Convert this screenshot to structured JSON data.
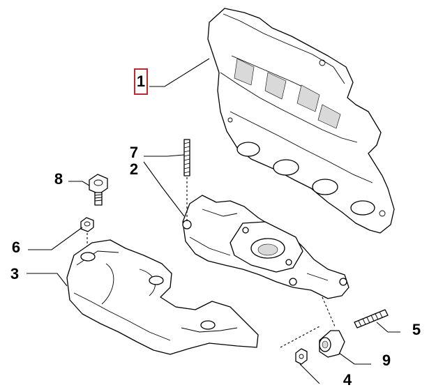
{
  "labels": {
    "l1": "1",
    "l2": "2",
    "l3": "3",
    "l4": "4",
    "l5": "5",
    "l6": "6",
    "l7": "7",
    "l8": "8",
    "l9": "9"
  },
  "colors": {
    "highlight_box": "#c0282b",
    "line": "#000000",
    "shading": "#d9d9d9"
  }
}
